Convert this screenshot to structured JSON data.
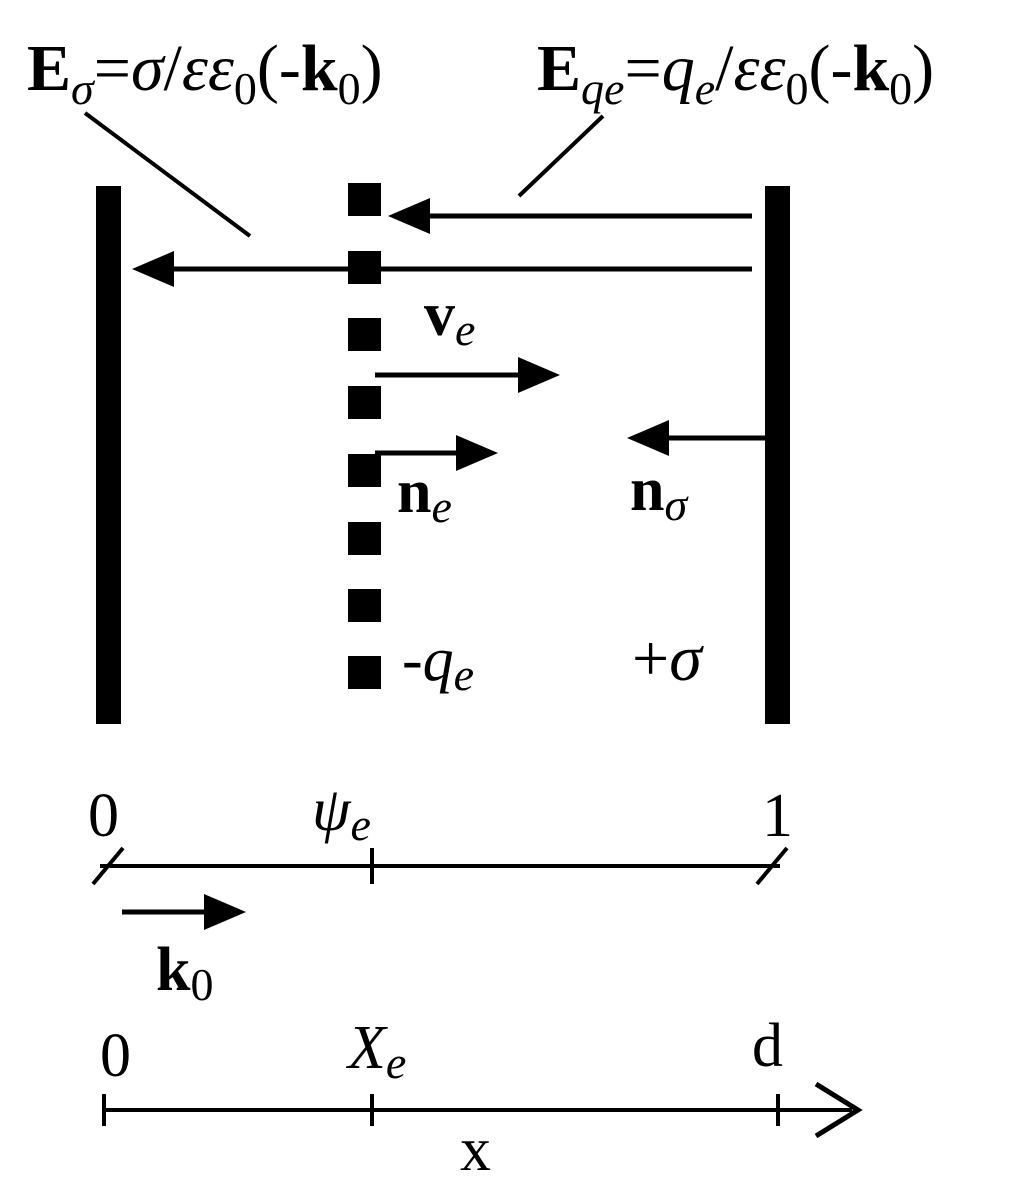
{
  "labels": {
    "e_sigma": {
      "E": "E",
      "sub_sigma": "σ",
      "eq": "=",
      "sigma": "σ",
      "slash": "/",
      "eps": "ε",
      "eps2": "ε",
      "zero": "0",
      "open": "(-",
      "k": "k",
      "k_sub": "0",
      "close": ")"
    },
    "e_qe": {
      "E": "E",
      "sub_qe": "qe",
      "eq": "=",
      "q": "q",
      "q_sub": "e",
      "slash": "/",
      "eps": "ε",
      "eps2": "ε",
      "zero": "0",
      "open": "(-",
      "k": "k",
      "k_sub": "0",
      "close": ")"
    },
    "v_e": {
      "v": "v",
      "sub": "e"
    },
    "n_e": {
      "n": "n",
      "sub": "e"
    },
    "n_sigma": {
      "n": "n",
      "sub": "σ"
    },
    "minus_q_e": {
      "prefix": "-",
      "q": "q",
      "sub": "e"
    },
    "plus_sigma": {
      "plus": "+",
      "sigma": "σ"
    },
    "k0": {
      "k": "k",
      "sub": "0"
    },
    "normalized_axis": {
      "start": "0",
      "psi": "ψ",
      "psi_sub": "e",
      "end": "1"
    },
    "x_axis": {
      "start": "0",
      "X": "X",
      "X_sub": "e",
      "end": "d",
      "label": "x"
    }
  },
  "colors": {
    "ink": "#000000",
    "background": "#ffffff"
  }
}
